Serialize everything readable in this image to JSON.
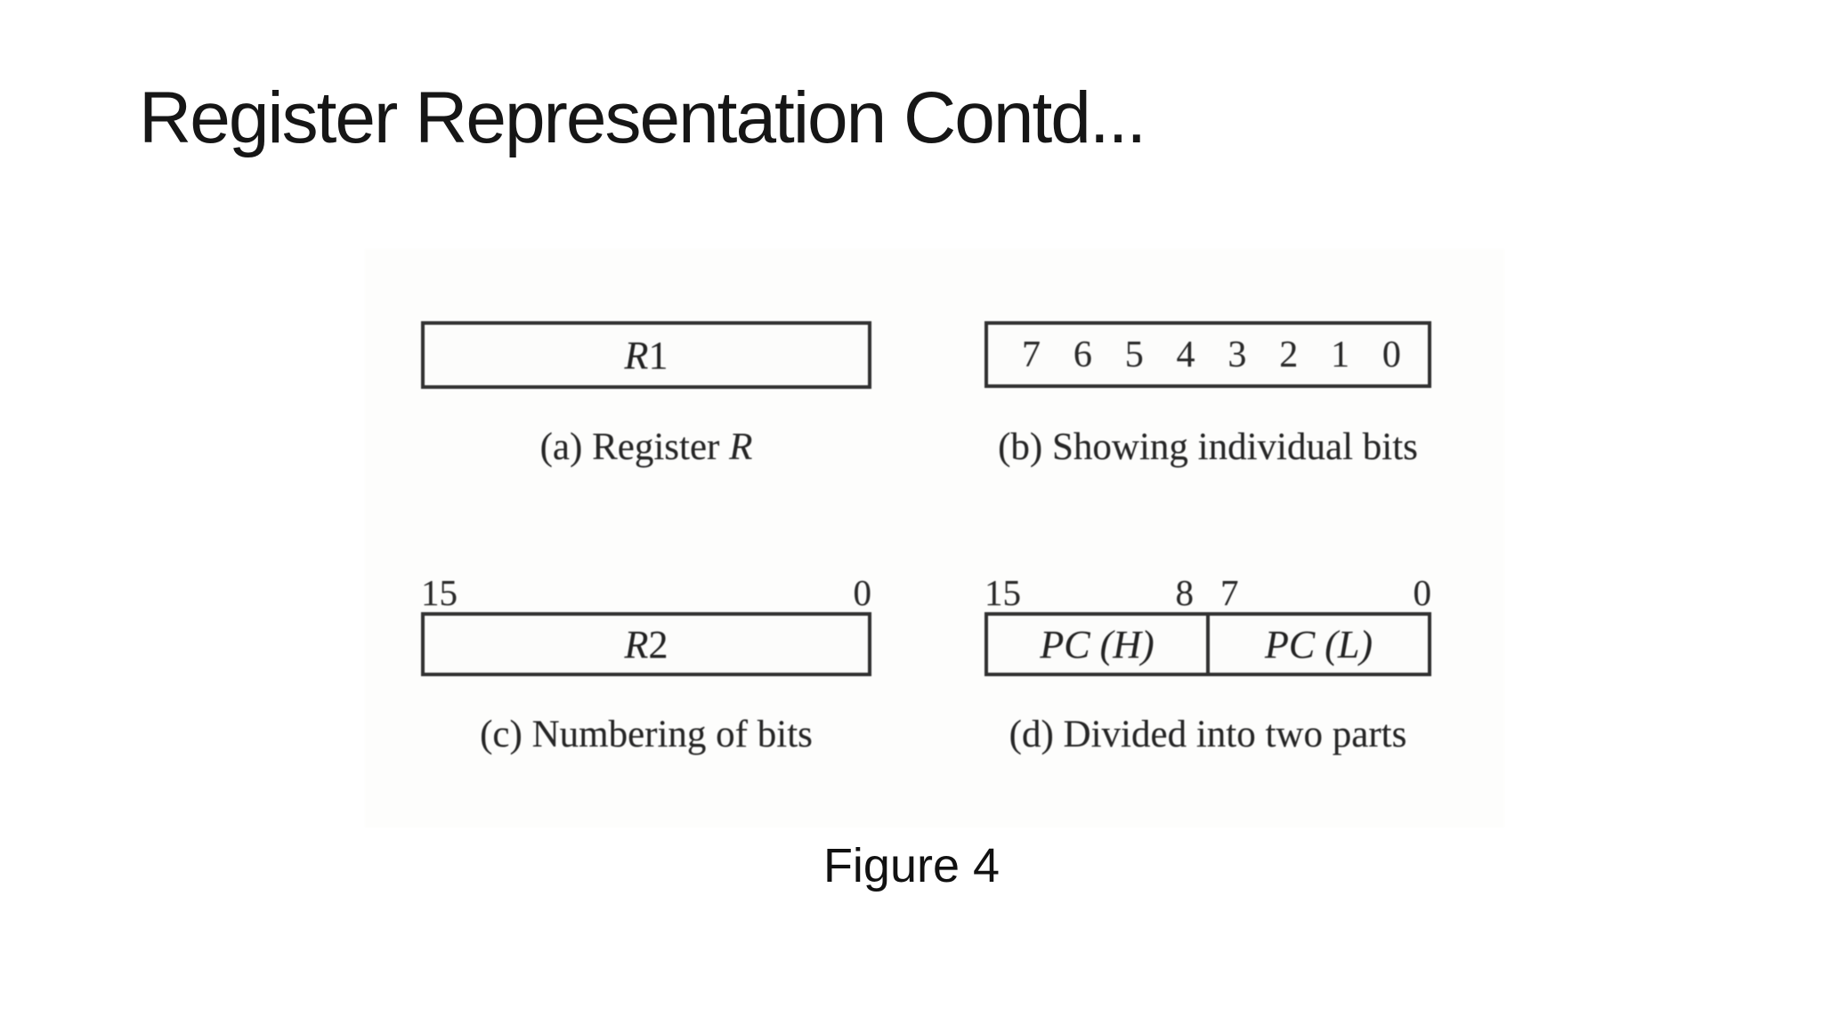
{
  "slide": {
    "title": "Register Representation Contd...",
    "figure_label": "Figure 4"
  },
  "figure": {
    "panel_a": {
      "register_italic": "R",
      "register_number": "1",
      "caption_text": "(a) Register ",
      "caption_italic": "R"
    },
    "panel_b": {
      "bits": [
        "7",
        "6",
        "5",
        "4",
        "3",
        "2",
        "1",
        "0"
      ],
      "caption": "(b) Showing individual bits"
    },
    "panel_c": {
      "bit_high": "15",
      "bit_low": "0",
      "register_italic": "R",
      "register_number": "2",
      "caption": "(c) Numbering of bits"
    },
    "panel_d": {
      "bit_high": "15",
      "bit_mid_left": "8",
      "bit_mid_right": "7",
      "bit_low": "0",
      "left_label": "PC (H)",
      "right_label": "PC (L)",
      "caption": "(d) Divided into two parts"
    }
  },
  "colors": {
    "slide_background": "#ffffff",
    "title_text": "#161616",
    "figure_ink": "#313131",
    "figure_text": "#262626"
  }
}
